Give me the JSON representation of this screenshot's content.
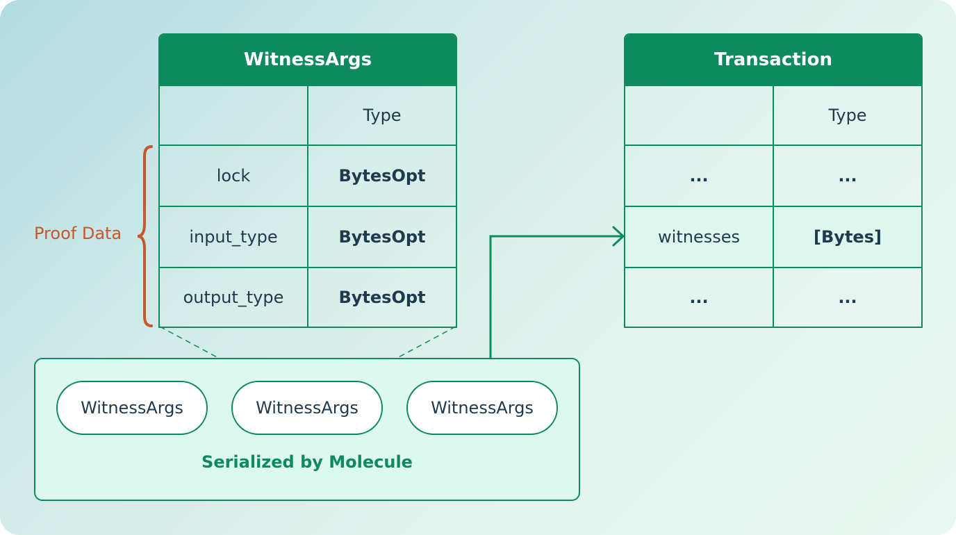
{
  "witness_args_table": {
    "title": "WitnessArgs",
    "header": [
      "",
      "Type"
    ],
    "rows": [
      [
        "lock",
        "BytesOpt"
      ],
      [
        "input_type",
        "BytesOpt"
      ],
      [
        "output_type",
        "BytesOpt"
      ]
    ]
  },
  "transaction_table": {
    "title": "Transaction",
    "header": [
      "",
      "Type"
    ],
    "rows": [
      [
        "...",
        "..."
      ],
      [
        "witnesses",
        "[Bytes]"
      ],
      [
        "...",
        "..."
      ]
    ]
  },
  "proof_label": "Proof Data",
  "molecule_box": {
    "items": [
      "WitnessArgs",
      "WitnessArgs",
      "WitnessArgs"
    ],
    "label": "Serialized by Molecule"
  },
  "colors": {
    "green": "#0e8a5f",
    "orange": "#c8562d",
    "text": "#1e3a4c"
  }
}
